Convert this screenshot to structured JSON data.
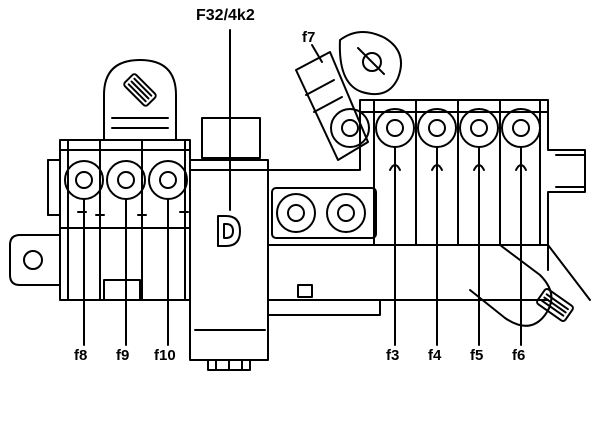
{
  "title": "F32/4k2",
  "labels": {
    "f3": "f3",
    "f4": "f4",
    "f5": "f5",
    "f6": "f6",
    "f7": "f7",
    "f8": "f8",
    "f9": "f9",
    "f10": "f10"
  },
  "colors": {
    "line": "#000000",
    "fill": "#ffffff"
  }
}
